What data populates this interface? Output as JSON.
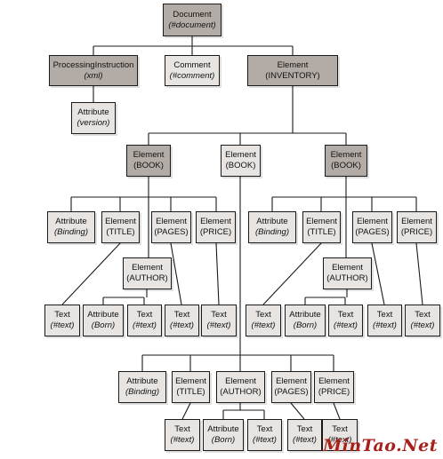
{
  "nodes": {
    "document": {
      "l1": "Document",
      "l2": "(#document)"
    },
    "pi": {
      "l1": "ProcessingInstruction",
      "l2": "(xml)"
    },
    "comment": {
      "l1": "Comment",
      "l2": "(#comment)"
    },
    "inventory": {
      "l1": "Element",
      "l2": "(INVENTORY)"
    },
    "version": {
      "l1": "Attribute",
      "l2": "(version)"
    },
    "bookL": {
      "l1": "Element",
      "l2": "(BOOK)"
    },
    "bookM": {
      "l1": "Element",
      "l2": "(BOOK)"
    },
    "bookR": {
      "l1": "Element",
      "l2": "(BOOK)"
    },
    "L_binding": {
      "l1": "Attribute",
      "l2": "(Binding)"
    },
    "L_title": {
      "l1": "Element",
      "l2": "(TITLE)"
    },
    "L_pages": {
      "l1": "Element",
      "l2": "(PAGES)"
    },
    "L_price": {
      "l1": "Element",
      "l2": "(PRICE)"
    },
    "L_author": {
      "l1": "Element",
      "l2": "(AUTHOR)"
    },
    "L_t1": {
      "l1": "Text",
      "l2": "(#text)"
    },
    "L_born": {
      "l1": "Attribute",
      "l2": "(Born)"
    },
    "L_t2": {
      "l1": "Text",
      "l2": "(#text)"
    },
    "L_t3": {
      "l1": "Text",
      "l2": "(#text)"
    },
    "L_t4": {
      "l1": "Text",
      "l2": "(#text)"
    },
    "R_binding": {
      "l1": "Attribute",
      "l2": "(Binding)"
    },
    "R_title": {
      "l1": "Element",
      "l2": "(TITLE)"
    },
    "R_pages": {
      "l1": "Element",
      "l2": "(PAGES)"
    },
    "R_price": {
      "l1": "Element",
      "l2": "(PRICE)"
    },
    "R_author": {
      "l1": "Element",
      "l2": "(AUTHOR)"
    },
    "R_t1": {
      "l1": "Text",
      "l2": "(#text)"
    },
    "R_born": {
      "l1": "Attribute",
      "l2": "(Born)"
    },
    "R_t2": {
      "l1": "Text",
      "l2": "(#text)"
    },
    "R_t3": {
      "l1": "Text",
      "l2": "(#text)"
    },
    "R_t4": {
      "l1": "Text",
      "l2": "(#text)"
    },
    "M_binding": {
      "l1": "Attribute",
      "l2": "(Binding)"
    },
    "M_title": {
      "l1": "Element",
      "l2": "(TITLE)"
    },
    "M_author": {
      "l1": "Element",
      "l2": "(AUTHOR)"
    },
    "M_pages": {
      "l1": "Element",
      "l2": "(PAGES)"
    },
    "M_price": {
      "l1": "Element",
      "l2": "(PRICE)"
    },
    "M_t1": {
      "l1": "Text",
      "l2": "(#text)"
    },
    "M_born": {
      "l1": "Attribute",
      "l2": "(Born)"
    },
    "M_t2": {
      "l1": "Text",
      "l2": "(#text)"
    },
    "M_t3": {
      "l1": "Text",
      "l2": "(#text)"
    },
    "M_t4": {
      "l1": "Text",
      "l2": "(#text)"
    }
  },
  "watermark": "MinTao.Net"
}
